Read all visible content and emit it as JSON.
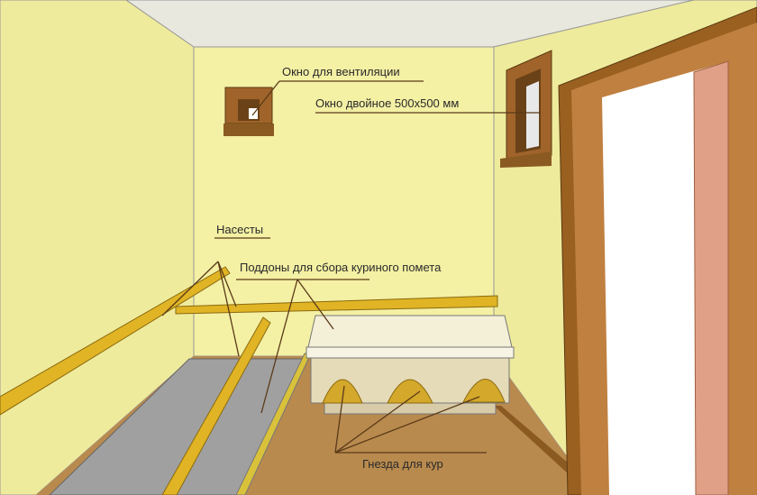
{
  "labels": {
    "vent_window": "Окно для вентиляции",
    "double_window": "Окно двойное 500х500 мм",
    "perches": "Насесты",
    "trays": "Поддоны для сбора куриного помета",
    "nests": "Гнезда для кур"
  },
  "colors": {
    "back_wall": "#f4f0a4",
    "side_wall": "#efeb9c",
    "ceiling": "#e8e8de",
    "floor": "#b98a4e",
    "tray_gray": "#9a9a9a",
    "wood": "#a0642a",
    "perch": "#e0b424",
    "nest": "#d4a82a",
    "door_panel": "#e0a088"
  }
}
